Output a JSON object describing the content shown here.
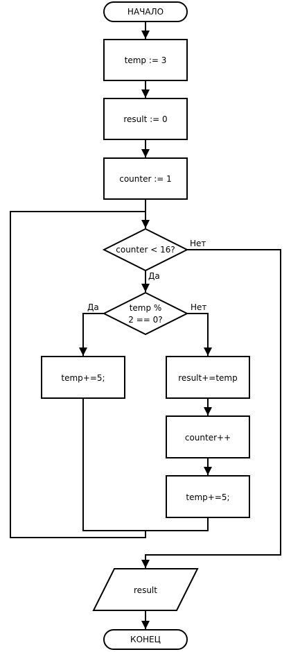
{
  "flowchart": {
    "start": "НАЧАЛО",
    "assign_temp": "temp := 3",
    "assign_result": "result := 0",
    "assign_counter": "counter := 1",
    "loop_condition": "counter < 16?",
    "loop_no": "Нет",
    "loop_yes": "Да",
    "even_condition_line1": "temp %",
    "even_condition_line2": "2 == 0?",
    "even_yes": "Да",
    "even_no": "Нет",
    "left_add": "temp+=5;",
    "add_result": "result+=temp",
    "inc_counter": "counter++",
    "right_add": "temp+=5;",
    "output": "result",
    "end": "КОНЕЦ"
  }
}
